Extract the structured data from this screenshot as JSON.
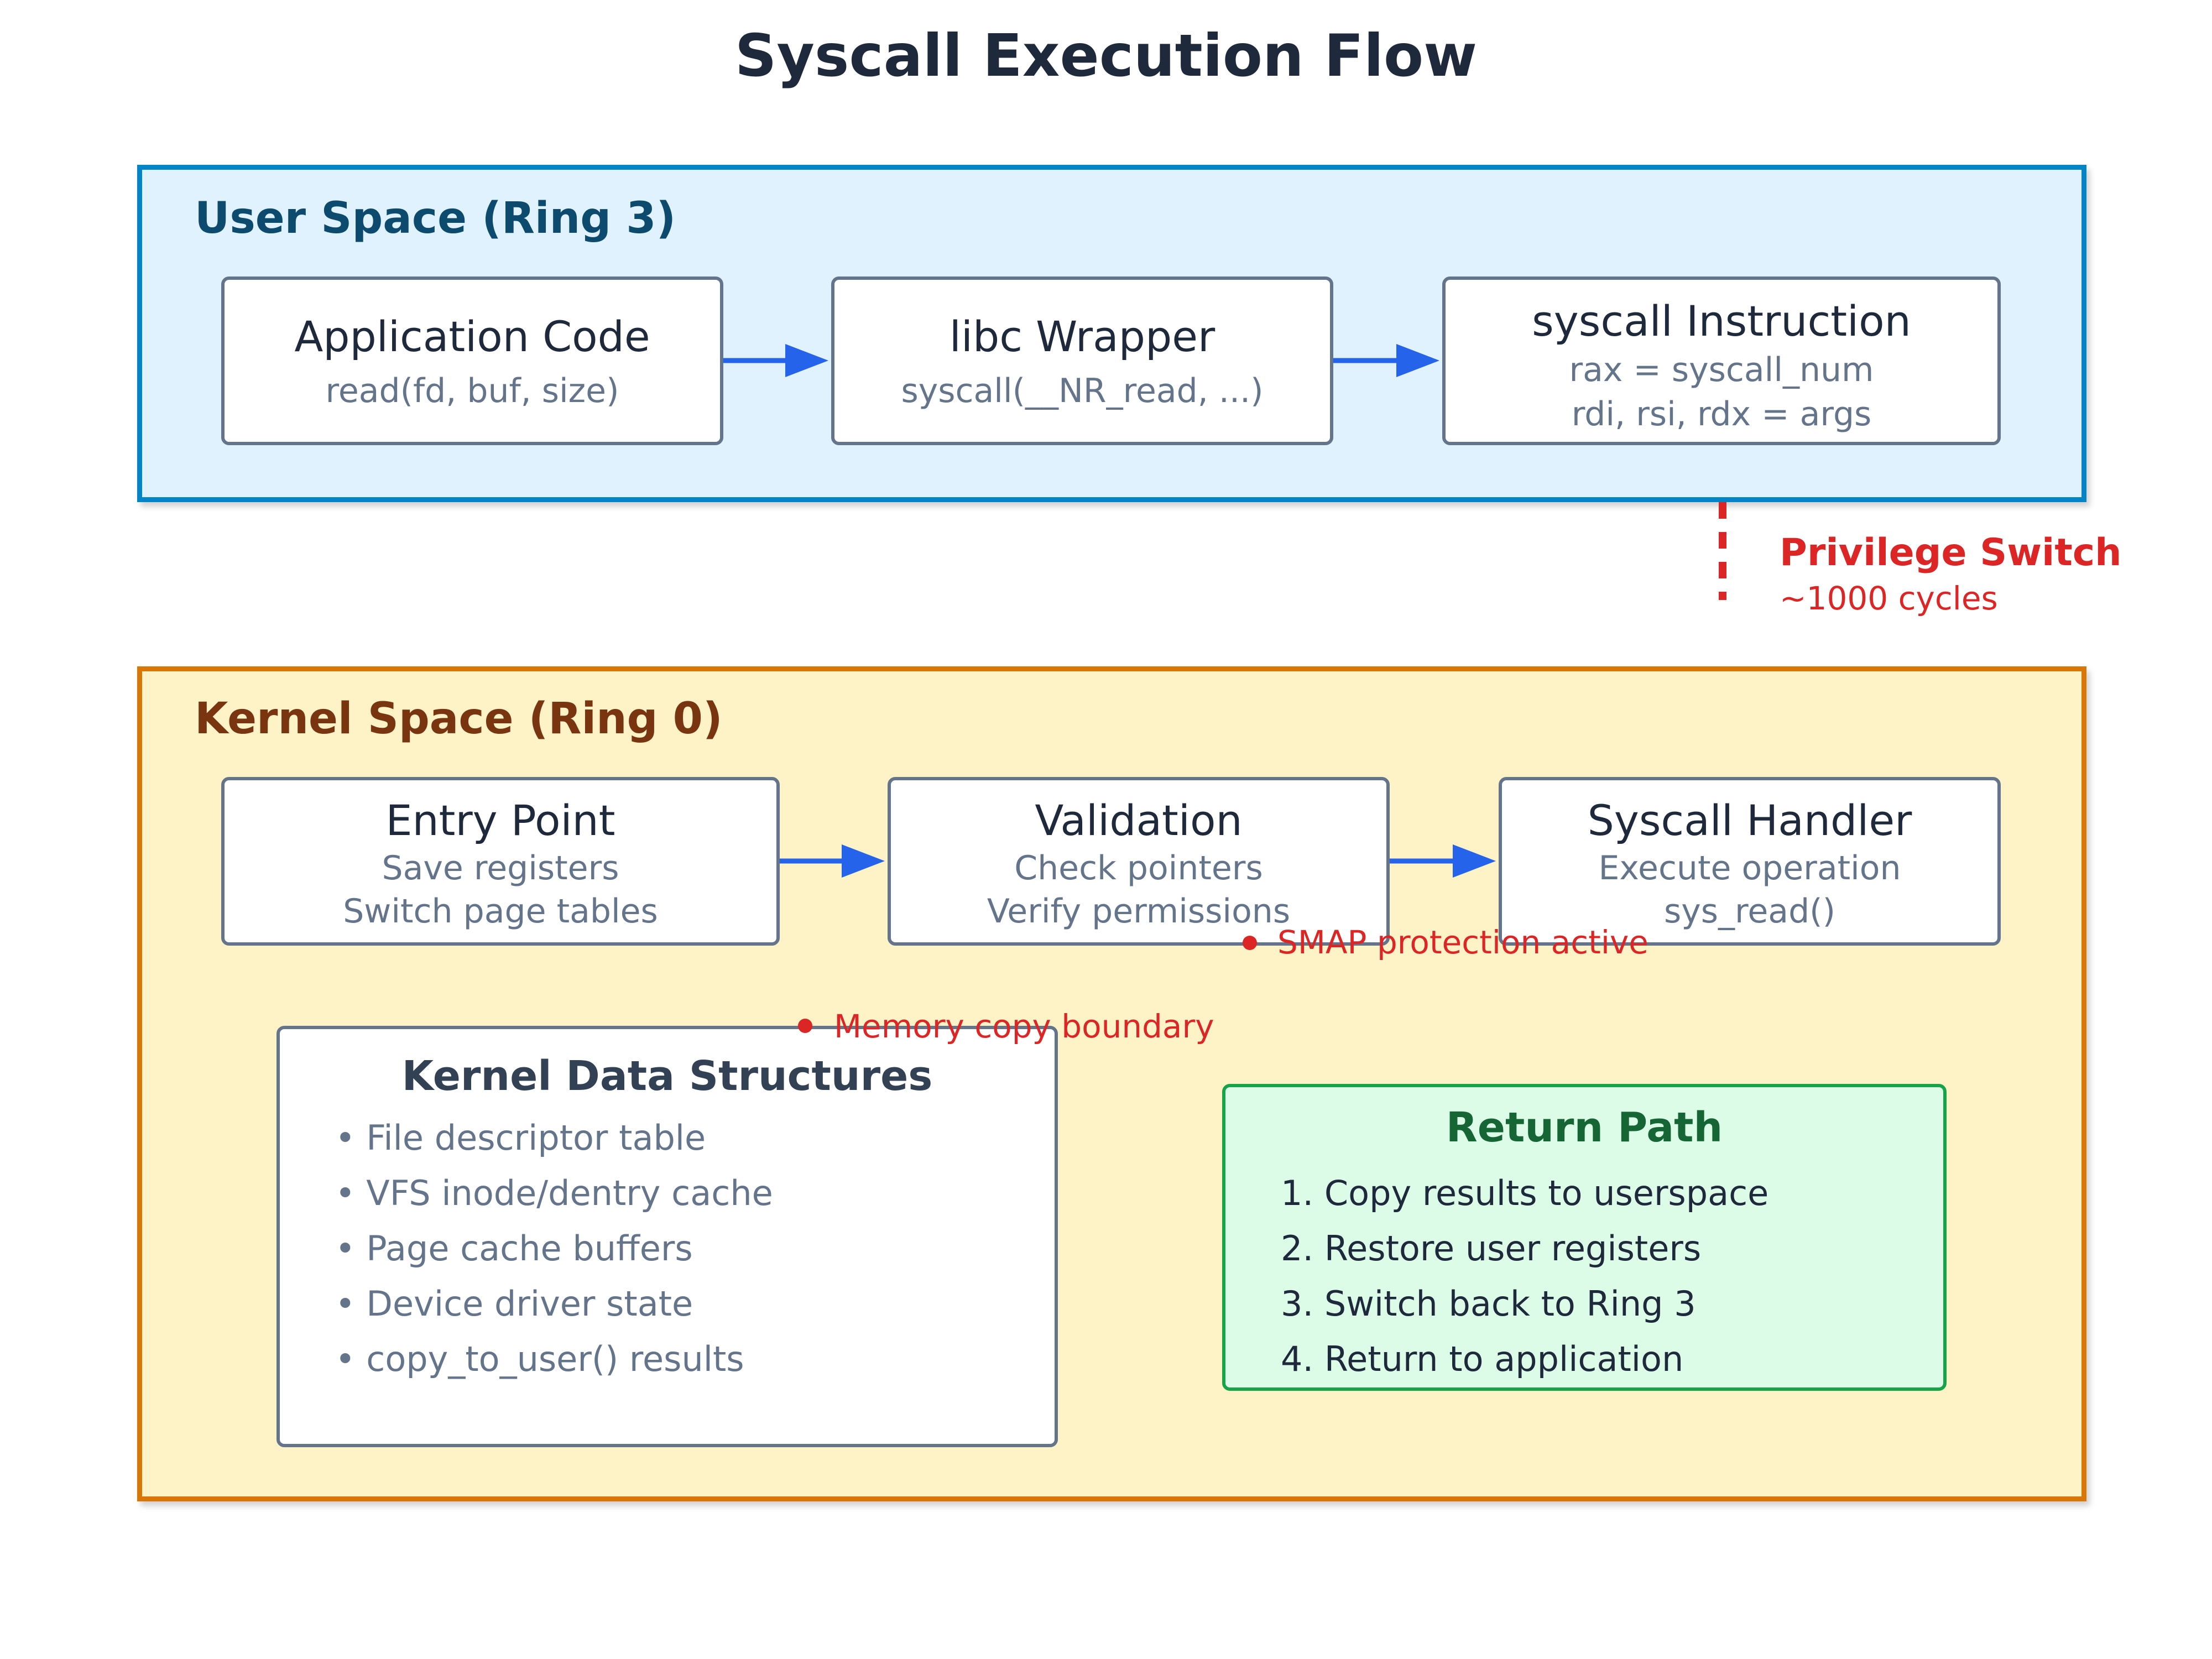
{
  "title": "Syscall Execution Flow",
  "user_space": {
    "label": "User Space (Ring 3)",
    "boxes": [
      {
        "name": "Application Code",
        "lines": [
          "read(fd, buf, size)"
        ]
      },
      {
        "name": "libc Wrapper",
        "lines": [
          "syscall(__NR_read, ...)"
        ]
      },
      {
        "name": "syscall Instruction",
        "lines": [
          "rax = syscall_num",
          "rdi, rsi, rdx = args"
        ]
      }
    ]
  },
  "privilege_switch": {
    "title": "Privilege Switch",
    "subtitle": "~1000 cycles"
  },
  "kernel_space": {
    "label": "Kernel Space (Ring 0)",
    "boxes": [
      {
        "name": "Entry Point",
        "lines": [
          "Save registers",
          "Switch page tables"
        ]
      },
      {
        "name": "Validation",
        "lines": [
          "Check pointers",
          "Verify permissions"
        ]
      },
      {
        "name": "Syscall Handler",
        "lines": [
          "Execute operation",
          "sys_read()"
        ]
      }
    ],
    "notes": {
      "smap": "SMAP protection active",
      "memory_copy": "Memory copy boundary"
    },
    "data_structures": {
      "title": "Kernel Data Structures",
      "items": [
        "• File descriptor table",
        "• VFS inode/dentry cache",
        "• Page cache buffers",
        "• Device driver state",
        "• copy_to_user() results"
      ]
    },
    "return_path": {
      "title": "Return Path",
      "items": [
        "1. Copy results to userspace",
        "2. Restore user registers",
        "3. Switch back to Ring 3",
        "4. Return to application"
      ]
    }
  },
  "colors": {
    "user_fill": "#e0f2fe",
    "user_border": "#0284c7",
    "kernel_fill": "#fef3c7",
    "kernel_border": "#d97706",
    "arrow": "#2563eb",
    "alert": "#dc2626",
    "return_fill": "#dcfce7",
    "return_border": "#16a34a"
  }
}
